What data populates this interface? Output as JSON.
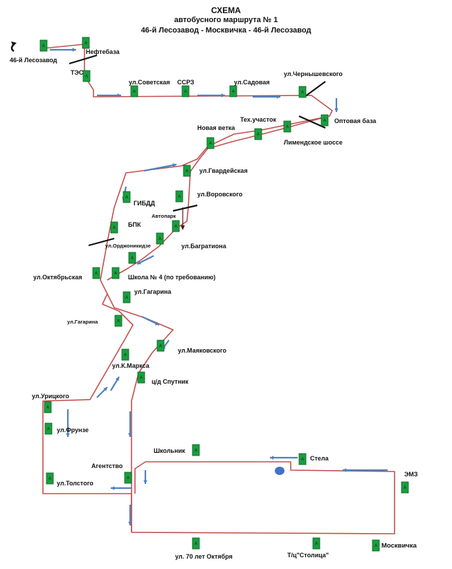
{
  "header": {
    "title": "СХЕМА",
    "subtitle": "автобусного маршрута № 1",
    "route": "46-й Лесозавод - Москвичка - 46-й Лесозавод"
  },
  "colors": {
    "route_line": "#c0504d",
    "arrow": "#4f81bd",
    "stop_fill": "#1a9e3f",
    "stop_stroke": "#0b5c22",
    "circle": "#4472c4",
    "cross": "#111111"
  },
  "stop_letter": "А",
  "stop_icon": "bus-stop-sign-icon",
  "stops": [
    {
      "name": "46-й Лесозавод"
    },
    {
      "name": "Нефтебаза"
    },
    {
      "name": "ТЭС"
    },
    {
      "name": "ул.Советская"
    },
    {
      "name": "ССРЗ"
    },
    {
      "name": "ул.Садовая"
    },
    {
      "name": "ул.Чернышевского"
    },
    {
      "name": "Оптовая база"
    },
    {
      "name": "Тех.участок"
    },
    {
      "name": "Лимендское шоссе"
    },
    {
      "name": "Новая ветка"
    },
    {
      "name": "ул.Гвардейская"
    },
    {
      "name": "ул.Воровского"
    },
    {
      "name": "Автопарк"
    },
    {
      "name": "ГИБДД"
    },
    {
      "name": "БПК"
    },
    {
      "name": "ул.Орджоникидзе"
    },
    {
      "name": "ул.Багратиона"
    },
    {
      "name": "ул.Октябрьская"
    },
    {
      "name": "Школа № 4 (по требованию)"
    },
    {
      "name": "ул.Гагарина"
    },
    {
      "name": "ул.Гагарина"
    },
    {
      "name": "ул.Маяковского"
    },
    {
      "name": "ул.К.Маркса"
    },
    {
      "name": "ц/д Спутник"
    },
    {
      "name": "ул.Урицкого"
    },
    {
      "name": "ул.Фрунзе"
    },
    {
      "name": "Школьник"
    },
    {
      "name": "Стела"
    },
    {
      "name": "Агентство"
    },
    {
      "name": "ул.Толстого"
    },
    {
      "name": "ЭМЗ"
    },
    {
      "name": "ул. 70 лет Октября"
    },
    {
      "name": "Т/ц\"Столица\""
    },
    {
      "name": "Москвичка"
    }
  ]
}
